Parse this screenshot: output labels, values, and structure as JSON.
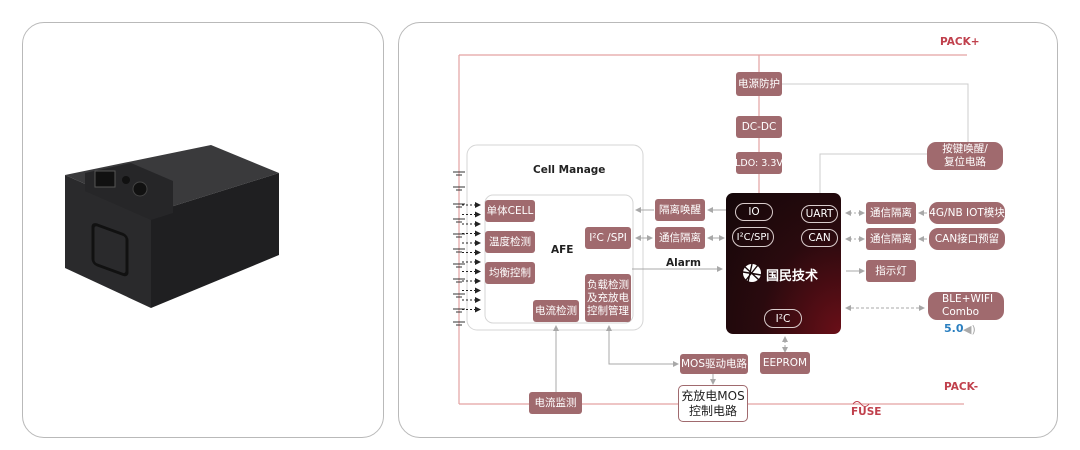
{
  "product_image": {
    "description": "black battery pack enclosure with connectors and handle"
  },
  "diagram": {
    "pack_plus": "PACK+",
    "pack_minus": "PACK-",
    "fuse": "FUSE",
    "power": {
      "protect": "电源防护",
      "dcdc": "DC-DC",
      "ldo": "LDO: 3.3V"
    },
    "key_wake": [
      "按键唤醒/",
      "复位电路"
    ],
    "cell_manage": {
      "title": "Cell Manage",
      "afe_label": "AFE",
      "blocks": [
        "单体CELL",
        "温度检测",
        "均衡控制"
      ],
      "current_detect": "电流检测",
      "i2c_spi": "I²C /SPI",
      "load_detect": [
        "负载检测",
        "及充放电",
        "控制管理"
      ]
    },
    "isolation_wake": "隔离唤醒",
    "comm_isolation": "通信隔离",
    "alarm": "Alarm",
    "mcu": {
      "ports": {
        "io": "IO",
        "i2c_spi": "I²C/SPI",
        "uart": "UART",
        "can": "CAN",
        "i2c": "I²C"
      },
      "brand": "国民技术"
    },
    "right": {
      "uart_iso": "通信隔离",
      "can_iso": "通信隔离",
      "iot": "4G/NB IOT模块",
      "can_port": "CAN接口预留",
      "indicator": "指示灯",
      "ble_wifi": [
        "BLE+WIFI",
        "Combo"
      ],
      "bt_version": "5.0"
    },
    "eeprom": "EEPROM",
    "mos_driver": "MOS驱动电路",
    "mos_control": [
      "充放电MOS",
      "控制电路"
    ],
    "current_monitor": "电流监测"
  },
  "colors": {
    "block": "#a06a6e",
    "rail": "#e3a2a2",
    "accent_text": "#c0404c",
    "mcu_bg": "#1a0a0c"
  }
}
